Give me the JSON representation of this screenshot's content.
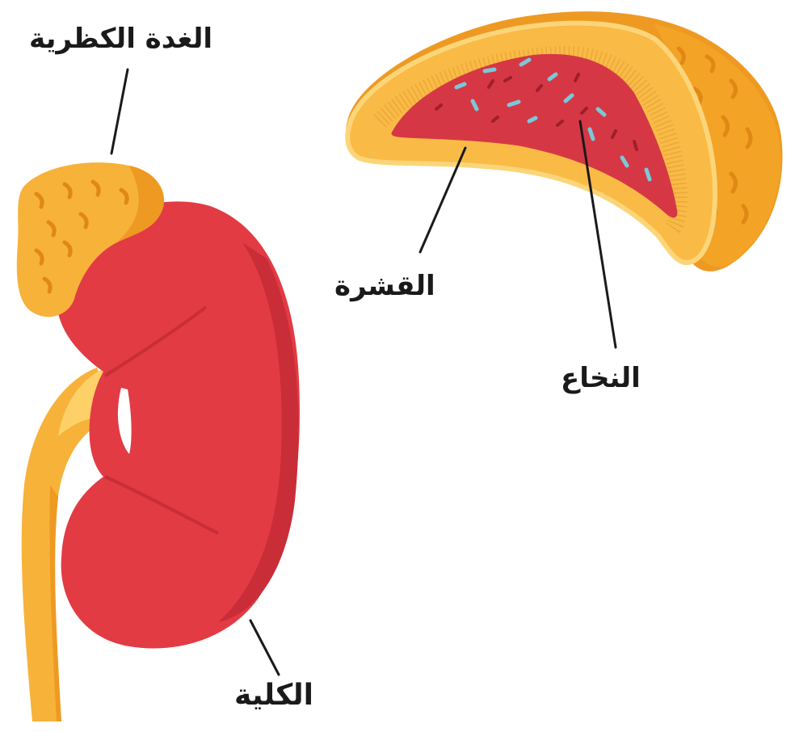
{
  "labels": {
    "adrenal_gland": "الغدة الكظرية",
    "cortex": "القشرة",
    "medulla": "النخاع",
    "kidney": "الكلية"
  },
  "colors": {
    "background": "#ffffff",
    "kidney_red": "#e23b44",
    "kidney_shadow": "#c92d38",
    "adrenal_orange": "#f7b23a",
    "adrenal_dark": "#ee9a22",
    "adrenal_light": "#fdd168",
    "ureter": "#f7b23a",
    "medulla_red": "#d63745",
    "medulla_dots": "#79c9d9",
    "leader_line": "#1a1a1a"
  }
}
